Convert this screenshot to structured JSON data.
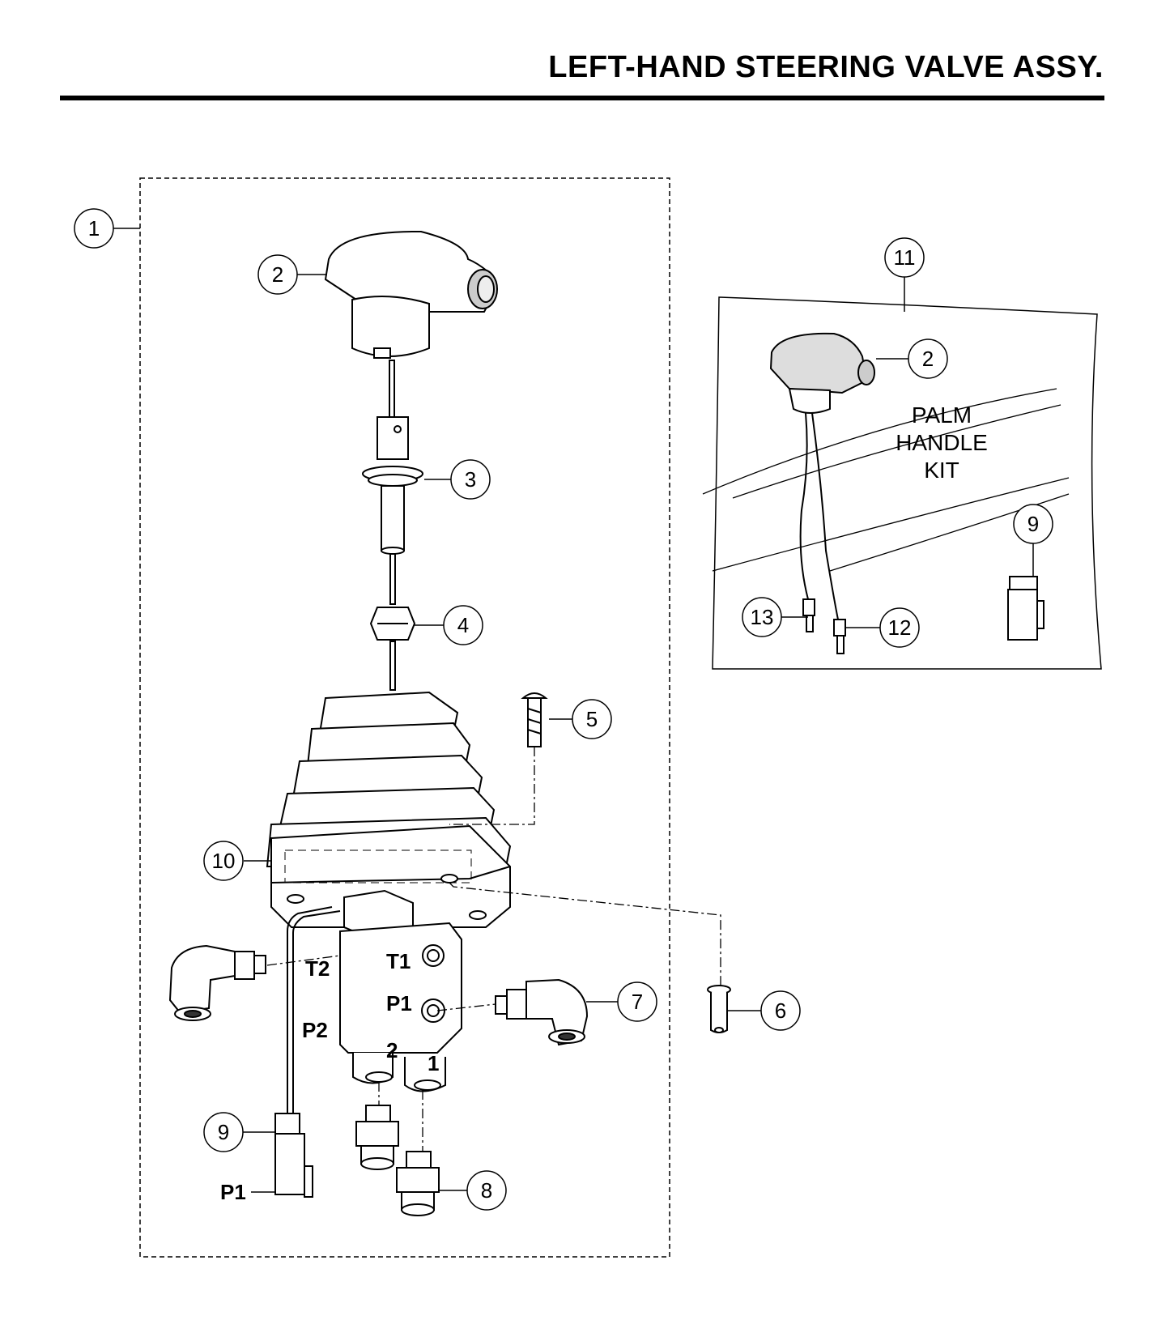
{
  "title": "LEFT-HAND STEERING VALVE ASSY.",
  "kit_label": [
    "PALM",
    "HANDLE",
    "KIT"
  ],
  "callouts": {
    "c1": "1",
    "c2a": "2",
    "c3": "3",
    "c4": "4",
    "c5": "5",
    "c6": "6",
    "c7": "7",
    "c8": "8",
    "c9a": "9",
    "c10": "10",
    "c11": "11",
    "c2b": "2",
    "c9b": "9",
    "c12": "12",
    "c13": "13"
  },
  "ports": {
    "t2": "T2",
    "t1": "T1",
    "p2": "P2",
    "p1": "P1",
    "out2": "2",
    "out1": "1",
    "connector_p1": "P1"
  }
}
